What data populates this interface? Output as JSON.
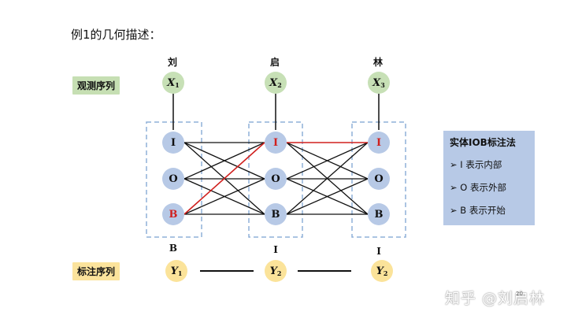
{
  "title": "例1的几何描述：",
  "characters": [
    "刘",
    "启",
    "林"
  ],
  "labels": {
    "observation": "观测序列",
    "tagging": "标注序列"
  },
  "observations": [
    {
      "sym": "X",
      "sub": "1"
    },
    {
      "sym": "X",
      "sub": "2"
    },
    {
      "sym": "X",
      "sub": "3"
    }
  ],
  "states": [
    "I",
    "O",
    "B"
  ],
  "tag_sequence": [
    "B",
    "I",
    "I"
  ],
  "outputs": [
    {
      "sym": "Y",
      "sub": "1"
    },
    {
      "sym": "Y",
      "sub": "2"
    },
    {
      "sym": "Y",
      "sub": "2"
    }
  ],
  "legend": {
    "title": "实体IOB标注法",
    "items": [
      "➢ I 表示内部",
      "➢ O 表示外部",
      "➢ B 表示开始"
    ]
  },
  "page_number": "20",
  "watermark": "知乎 @刘启林",
  "colors": {
    "highlight": "#d0201e",
    "state_fill": "#b7c9e6",
    "obs_fill": "#c7e0b6",
    "tag_fill": "#fbe39a"
  }
}
